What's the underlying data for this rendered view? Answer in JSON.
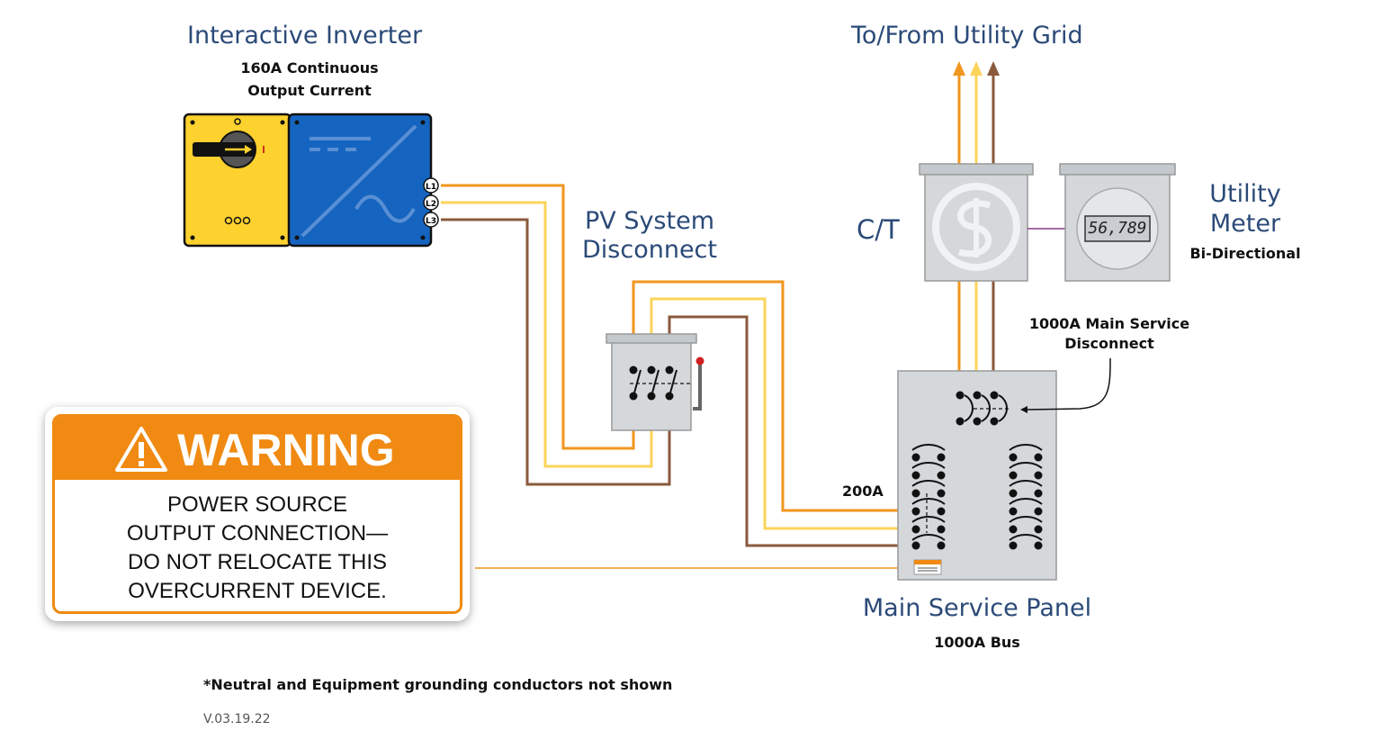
{
  "inverter": {
    "title": "Interactive Inverter",
    "subtitle_line1": "160A Continuous",
    "subtitle_line2": "Output Current",
    "terminals": [
      "L1",
      "L2",
      "L3"
    ]
  },
  "grid": {
    "title": "To/From Utility Grid"
  },
  "pv_disconnect": {
    "title_line1": "PV System",
    "title_line2": "Disconnect"
  },
  "ct": {
    "label": "C/T"
  },
  "meter": {
    "title_line1": "Utility",
    "title_line2": "Meter",
    "subtitle": "Bi-Directional",
    "reading": "56,789"
  },
  "main_service_disconnect": {
    "label_line1": "1000A Main Service",
    "label_line2": "Disconnect"
  },
  "breaker_rating": "200A",
  "main_panel": {
    "title": "Main Service Panel",
    "subtitle": "1000A Bus"
  },
  "warning": {
    "header": "WARNING",
    "lines": [
      "POWER SOURCE",
      "OUTPUT CONNECTION—",
      "DO NOT RELOCATE THIS",
      "OVERCURRENT DEVICE."
    ]
  },
  "footnote": "*Neutral and Equipment grounding conductors not shown",
  "version": "V.03.19.22",
  "colors": {
    "title_blue": "#2b4a78",
    "inverter_yellow": "#fdd12e",
    "inverter_blue": "#1565c0",
    "wire_l1_orange": "#f0961e",
    "wire_l2_yellow": "#fbd45a",
    "wire_l3_brown": "#8a5a3c",
    "box_gray": "#d4d8db",
    "warning_orange": "#f08a12"
  }
}
